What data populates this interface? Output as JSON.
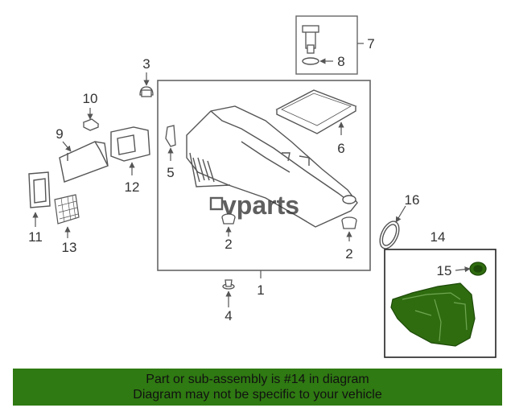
{
  "watermark": "vparts",
  "banner": {
    "line1": "Part or sub-assembly is #14 in diagram",
    "line2": "Diagram may not be specific to your vehicle",
    "bg_color": "#2f7a12"
  },
  "colors": {
    "line": "#555555",
    "part_fill": "#ffffff",
    "assembly_fill": "#2f6c10",
    "assembly_dark": "#1d4a08"
  },
  "callouts": [
    "1",
    "2",
    "2",
    "3",
    "4",
    "5",
    "6",
    "7",
    "8",
    "9",
    "10",
    "11",
    "12",
    "13",
    "14",
    "15",
    "16"
  ]
}
